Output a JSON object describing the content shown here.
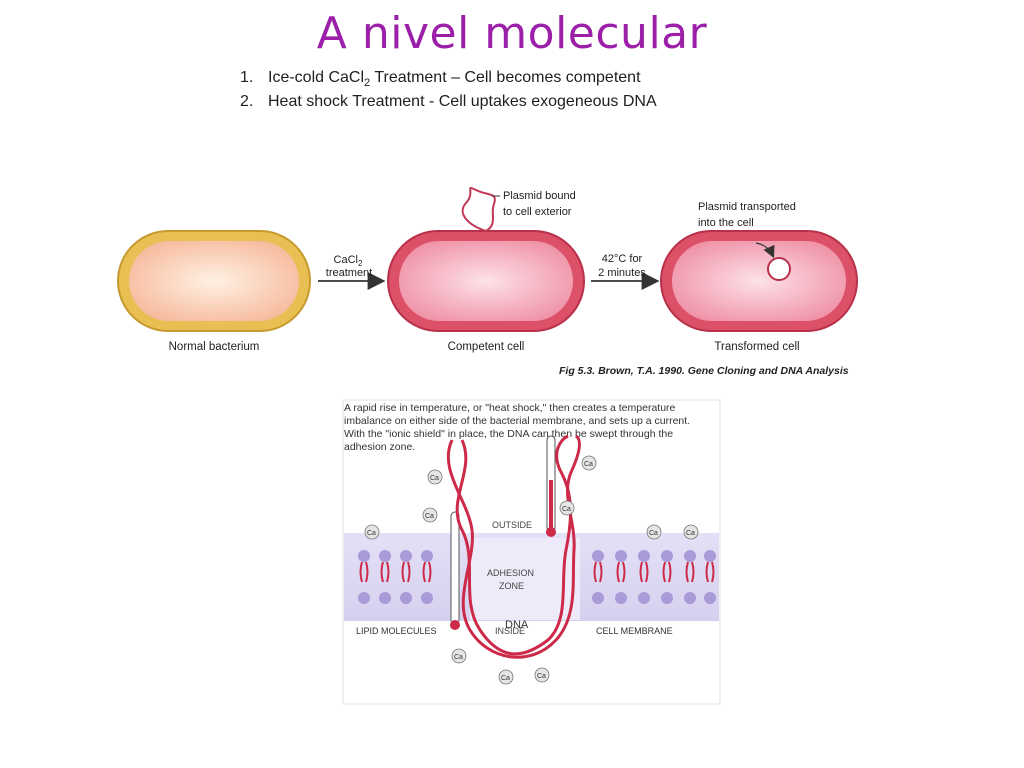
{
  "title": "A nivel molecular",
  "steps": [
    {
      "num": "1.",
      "text_pre": "Ice-cold CaCl",
      "sub": "2",
      "text_post": " Treatment – Cell becomes competent"
    },
    {
      "num": "2.",
      "text": "Heat shock Treatment -  Cell uptakes exogeneous DNA"
    }
  ],
  "figure_top": {
    "cells": {
      "normal": "Normal bacterium",
      "competent": "Competent cell",
      "transformed": "Transformed cell"
    },
    "arrow1": {
      "line1": "CaCl",
      "sub": "2",
      "line2": "treatment"
    },
    "arrow2": {
      "line1": "42°C for",
      "line2": "2 minutes"
    },
    "plasmid_bound": {
      "line1": "Plasmid bound",
      "line2": "to cell exterior"
    },
    "plasmid_transported": {
      "line1": "Plasmid transported",
      "line2": "into the cell"
    },
    "caption": "Fig 5.3. Brown, T.A. 1990. Gene Cloning and DNA Analysis",
    "colors": {
      "normal_outer": "#e6b84d",
      "normal_inner": "#fbd2b4",
      "competent_outer": "#d94a63",
      "competent_inner": "#f7a7b6",
      "arrow": "#333333"
    }
  },
  "figure_bottom": {
    "description": [
      "A rapid rise in temperature, or \"heat shock,\" then creates a temperature",
      "imbalance on either side of the bacterial membrane, and sets up a current.",
      "With the \"ionic shield\" in place, the DNA can then be swept through the",
      "adhesion zone."
    ],
    "labels": {
      "outside": "OUTSIDE",
      "adhesion_line1": "ADHESION",
      "adhesion_line2": "ZONE",
      "dna": "DNA",
      "inside": "INSIDE",
      "lipid": "LIPID MOLECULES",
      "membrane": "CELL MEMBRANE"
    },
    "ion_symbol": "Ca",
    "colors": {
      "membrane": "#d9d4f0",
      "dna": "#cc2a48",
      "lipid_head": "#a99ad8"
    }
  }
}
